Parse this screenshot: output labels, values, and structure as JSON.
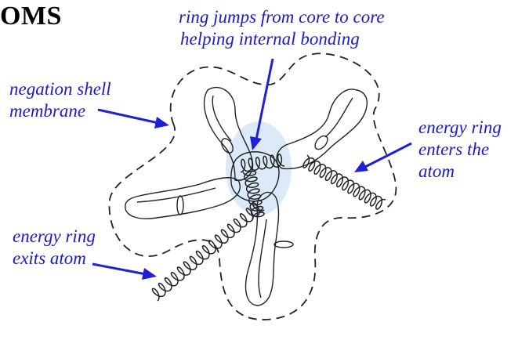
{
  "title": "OMS",
  "labels": {
    "ring_jumps": [
      "ring jumps from core to core",
      "helping internal bonding"
    ],
    "negation_shell": [
      "negation shell",
      "membrane"
    ],
    "energy_enters": [
      "energy ring",
      "enters the",
      "atom"
    ],
    "energy_exits": [
      "energy ring",
      "exits atom"
    ]
  },
  "colors": {
    "label": "#1a1ac8",
    "arrow": "#1f1fd6",
    "sketch": "#222222",
    "glow": "#cfe2f6"
  }
}
